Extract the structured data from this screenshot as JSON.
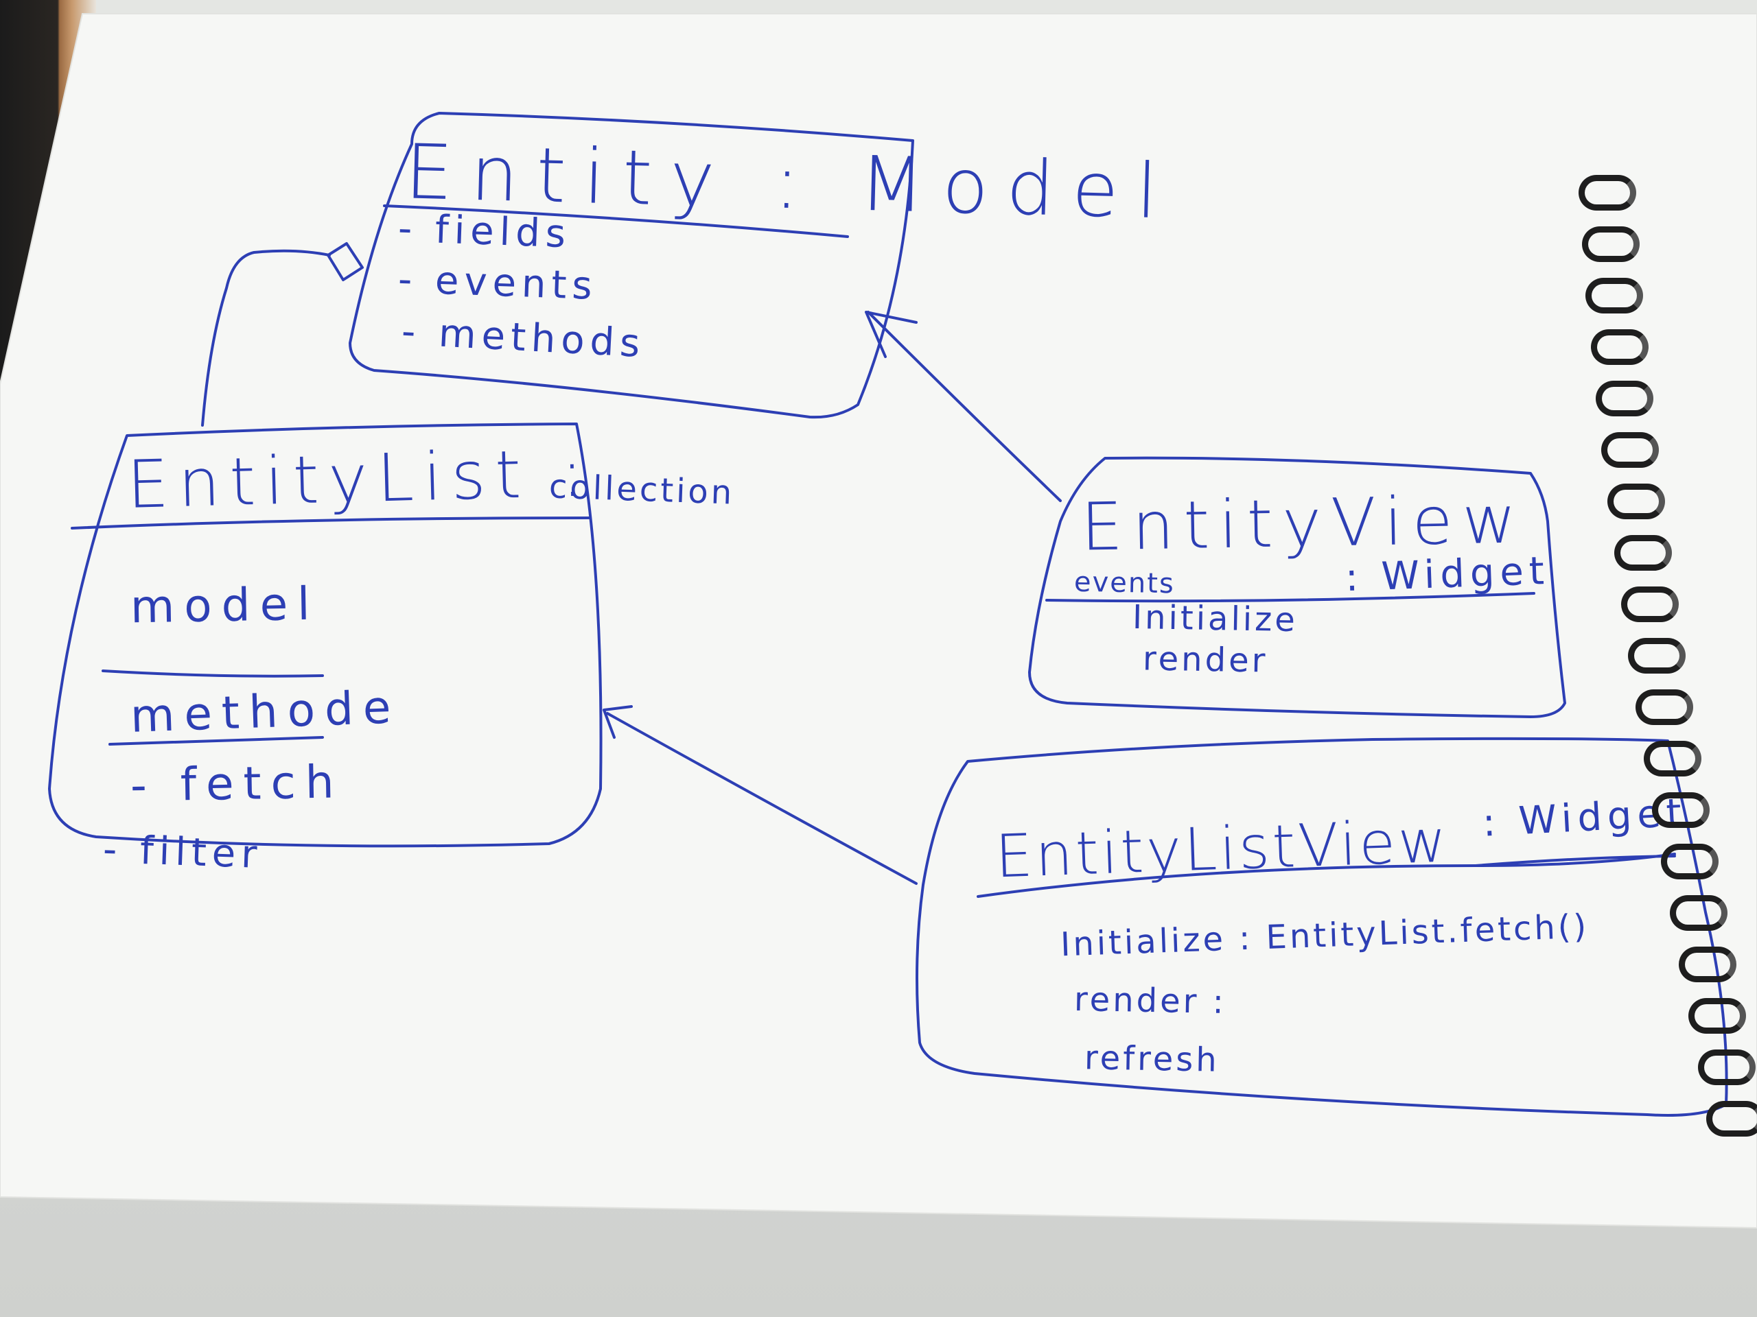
{
  "diagram": {
    "ink_color": "#2d3fb4",
    "paper_color": "#f6f7f5",
    "classes": [
      {
        "id": "entity",
        "title": "Entity : Model",
        "members": [
          "- fields",
          "- events",
          "- methods"
        ]
      },
      {
        "id": "entity-list",
        "title": "EntityList :",
        "title_suffix": "collection",
        "section_model": "model",
        "section_methods": "methode",
        "members": [
          "- fetch",
          "- filter"
        ]
      },
      {
        "id": "entity-view",
        "title": "EntityView",
        "title_suffix": ": Widget",
        "section_events": "events",
        "members": [
          "Initialize",
          "render"
        ]
      },
      {
        "id": "entity-list-view",
        "title": "EntityListView",
        "title_suffix": ": Widget",
        "members": [
          "Initialize : EntityList.fetch()",
          "render :",
          "refresh"
        ]
      }
    ],
    "relations": [
      {
        "from": "entity-list",
        "to": "entity",
        "kind": "aggregation"
      },
      {
        "from": "entity-view",
        "to": "entity",
        "kind": "association-arrow"
      },
      {
        "from": "entity-list-view",
        "to": "entity-list",
        "kind": "association-arrow"
      }
    ]
  }
}
